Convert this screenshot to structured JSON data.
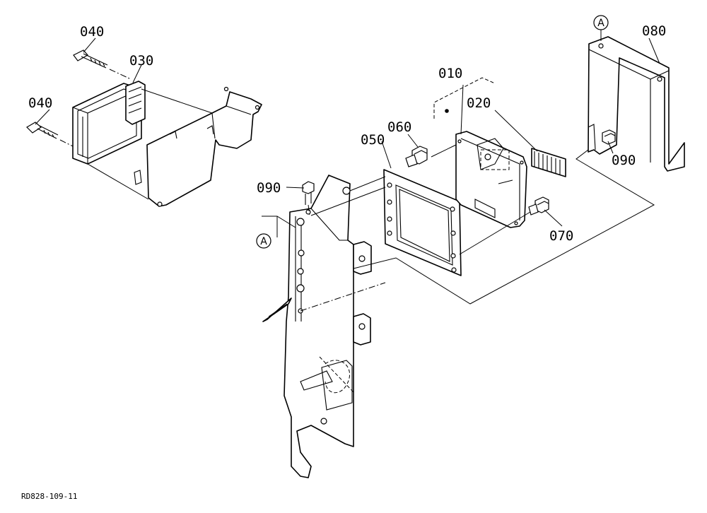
{
  "callouts": {
    "p010": "010",
    "p020": "020",
    "p030": "030",
    "p040a": "040",
    "p040b": "040",
    "p050": "050",
    "p060": "060",
    "p070": "070",
    "p080": "080",
    "p090a": "090",
    "p090b": "090"
  },
  "reference_marks": {
    "mark_a_left": "A",
    "mark_a_right": "A"
  },
  "drawing_code": "RD828-109-11"
}
